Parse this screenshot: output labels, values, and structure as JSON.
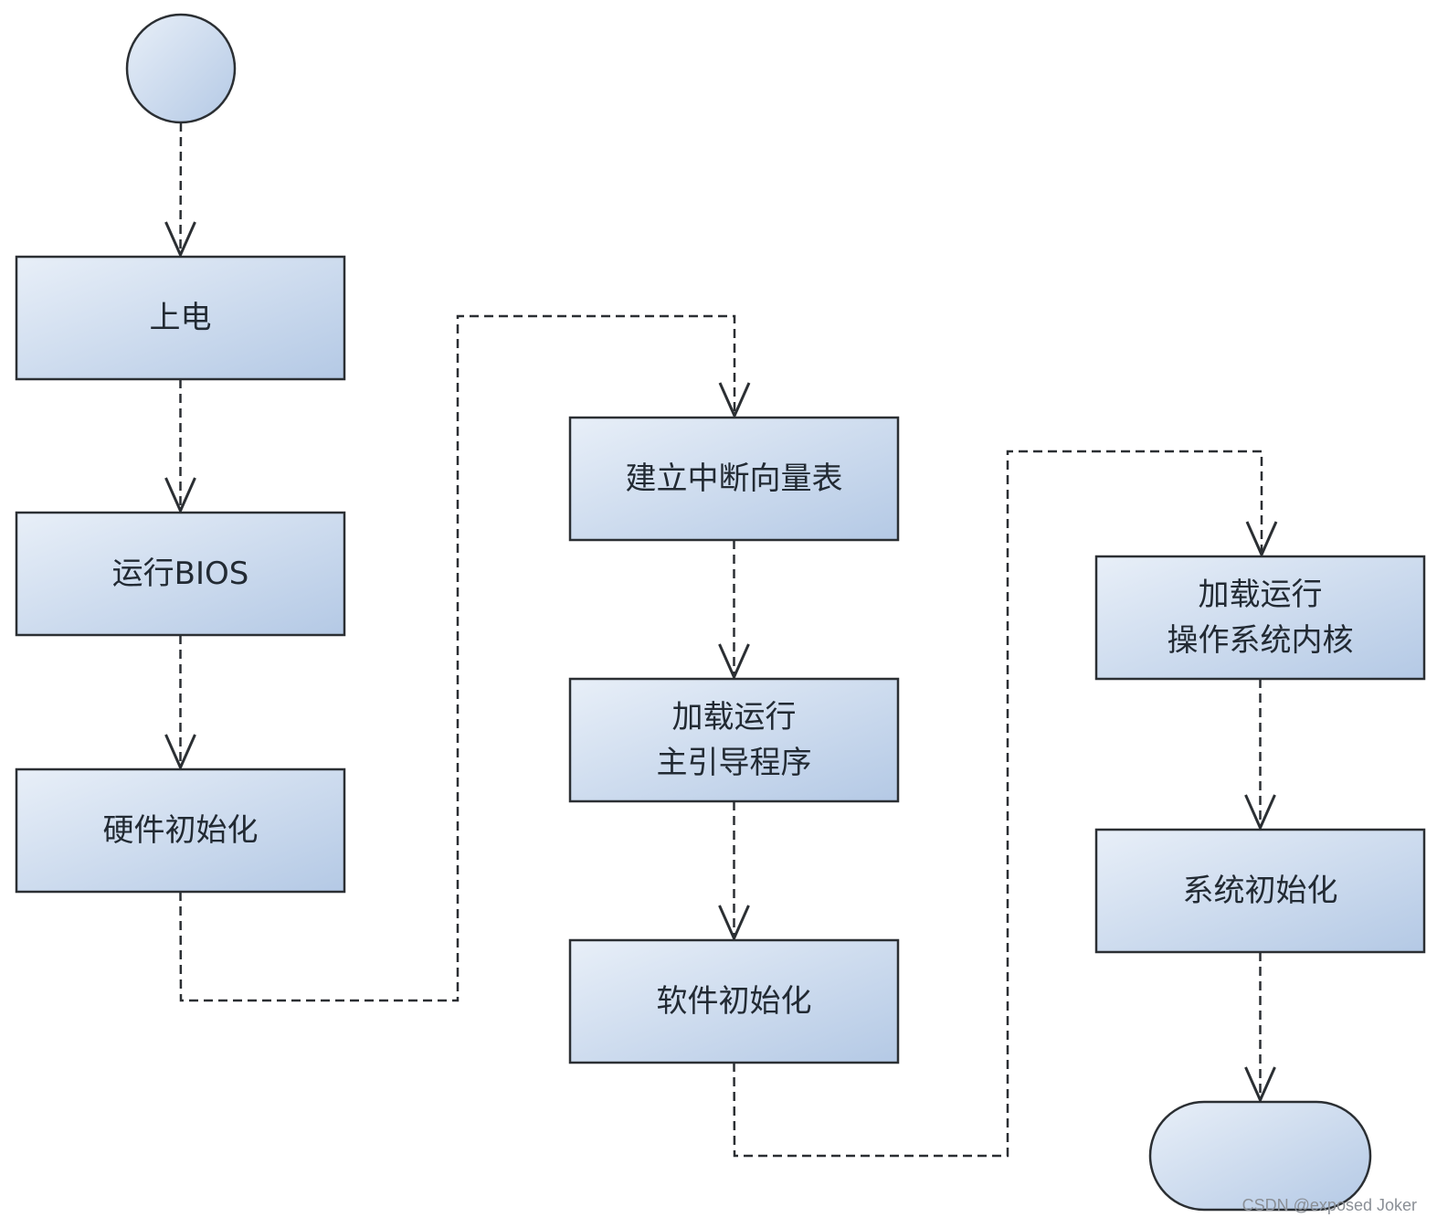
{
  "diagram": {
    "title": "",
    "start_node": {
      "label": ""
    },
    "end_node": {
      "label": ""
    },
    "nodes": [
      {
        "id": "power-on",
        "lines": [
          "上电"
        ]
      },
      {
        "id": "run-bios",
        "lines": [
          "运行BIOS"
        ]
      },
      {
        "id": "hardware-init",
        "lines": [
          "硬件初始化"
        ]
      },
      {
        "id": "build-ivt",
        "lines": [
          "建立中断向量表"
        ]
      },
      {
        "id": "load-bootloader",
        "lines": [
          "加载运行",
          "主引导程序"
        ]
      },
      {
        "id": "software-init",
        "lines": [
          "软件初始化"
        ]
      },
      {
        "id": "load-kernel",
        "lines": [
          "加载运行",
          "操作系统内核"
        ]
      },
      {
        "id": "system-init",
        "lines": [
          "系统初始化"
        ]
      }
    ],
    "edges": [
      {
        "from": "start",
        "to": "power-on"
      },
      {
        "from": "power-on",
        "to": "run-bios"
      },
      {
        "from": "run-bios",
        "to": "hardware-init"
      },
      {
        "from": "hardware-init",
        "to": "build-ivt"
      },
      {
        "from": "build-ivt",
        "to": "load-bootloader"
      },
      {
        "from": "load-bootloader",
        "to": "software-init"
      },
      {
        "from": "software-init",
        "to": "load-kernel"
      },
      {
        "from": "load-kernel",
        "to": "system-init"
      },
      {
        "from": "system-init",
        "to": "end"
      }
    ],
    "colors": {
      "fill_light": "#e6eef8",
      "fill_dark": "#b6cbe6",
      "stroke": "#2b2f33",
      "text": "#222a33"
    }
  },
  "watermark": "CSDN @exposed Joker"
}
